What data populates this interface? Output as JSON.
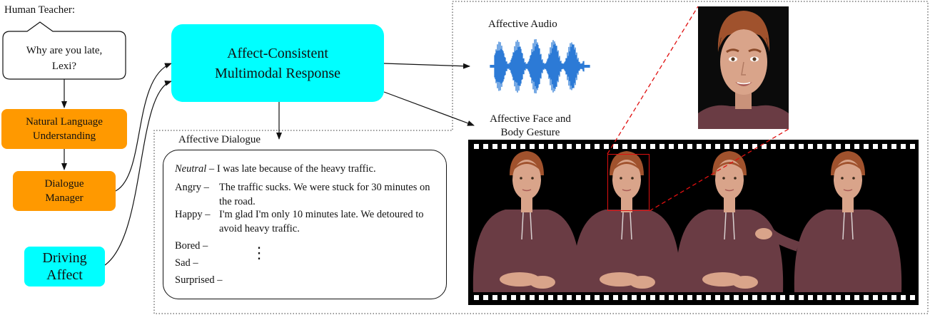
{
  "teacher": {
    "label": "Human Teacher:",
    "utterance_line1": "Why are you late,",
    "utterance_line2": "Lexi?"
  },
  "pipeline": {
    "nlu_line1": "Natural Language",
    "nlu_line2": "Understanding",
    "dm_line1": "Dialogue",
    "dm_line2": "Manager",
    "driving_line1": "Driving",
    "driving_line2": "Affect",
    "response_line1": "Affect-Consistent",
    "response_line2": "Multimodal Response"
  },
  "outputs": {
    "audio_label": "Affective Audio",
    "face_label_line1": "Affective Face and",
    "face_label_line2": "Body Gesture",
    "dialogue_label": "Affective Dialogue"
  },
  "dialogue": {
    "neutral": {
      "emotion": "Neutral –",
      "text": "I was late because of the heavy traffic."
    },
    "angry": {
      "emotion": "Angry –",
      "line1": "The traffic sucks. We were stuck for 30 minutes on",
      "line2": "the road."
    },
    "happy": {
      "emotion": "Happy –",
      "line1": "I'm glad I'm only 10 minutes late. We detoured to",
      "line2": "avoid heavy traffic."
    },
    "bored": {
      "emotion": "Bored –"
    },
    "sad": {
      "emotion": "Sad –"
    },
    "surprised": {
      "emotion": "Surprised –"
    },
    "ellipsis": "⋮"
  },
  "colors": {
    "orange": "#ff9900",
    "cyan": "#00ffff",
    "waveform": "#2c7bd6",
    "highlight": "#e01010",
    "hoodie": "#6a3c44",
    "hair": "#a0522d",
    "skin": "#d9a48a"
  }
}
